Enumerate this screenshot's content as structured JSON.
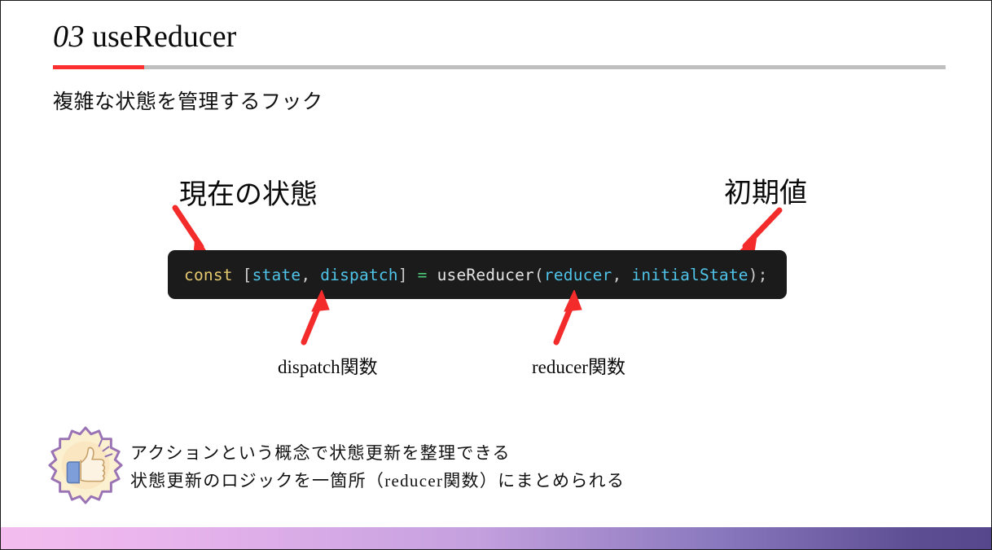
{
  "slide": {
    "title_number": "03",
    "title_text": "useReducer",
    "subtitle": "複雑な状態を管理するフック",
    "accent_color": "#fc3030",
    "rule_color": "#bfbfbf"
  },
  "code": {
    "background": "#1b1b1b",
    "tokens": [
      {
        "text": "const",
        "kind": "keyword",
        "color": "#e6c86e"
      },
      {
        "text": " ",
        "kind": "space",
        "color": "#d6d6d6"
      },
      {
        "text": "[",
        "kind": "punct",
        "color": "#cccccc"
      },
      {
        "text": "state",
        "kind": "variable",
        "color": "#4fc3e8"
      },
      {
        "text": ",",
        "kind": "punct",
        "color": "#cccccc"
      },
      {
        "text": " ",
        "kind": "space",
        "color": "#d6d6d6"
      },
      {
        "text": "dispatch",
        "kind": "variable",
        "color": "#4fc3e8"
      },
      {
        "text": "]",
        "kind": "punct",
        "color": "#cccccc"
      },
      {
        "text": " ",
        "kind": "space",
        "color": "#d6d6d6"
      },
      {
        "text": "=",
        "kind": "operator",
        "color": "#4ec97a"
      },
      {
        "text": " ",
        "kind": "space",
        "color": "#d6d6d6"
      },
      {
        "text": "useReducer",
        "kind": "function",
        "color": "#e4e4e4"
      },
      {
        "text": "(",
        "kind": "punct",
        "color": "#cccccc"
      },
      {
        "text": "reducer",
        "kind": "variable",
        "color": "#4fc3e8"
      },
      {
        "text": ",",
        "kind": "punct",
        "color": "#cccccc"
      },
      {
        "text": " ",
        "kind": "space",
        "color": "#d6d6d6"
      },
      {
        "text": "initialState",
        "kind": "variable",
        "color": "#4fc3e8"
      },
      {
        "text": ")",
        "kind": "punct",
        "color": "#cccccc"
      },
      {
        "text": ";",
        "kind": "punct",
        "color": "#cccccc"
      }
    ],
    "full_text": "const [state, dispatch] = useReducer(reducer, initialState);"
  },
  "callouts": {
    "current_state": {
      "label": "現在の状態",
      "points_to": "state",
      "arrow_direction": "down-right"
    },
    "initial_value": {
      "label": "初期値",
      "points_to": "initialState",
      "arrow_direction": "down-left"
    },
    "dispatch_fn": {
      "label": "dispatch関数",
      "points_to": "dispatch",
      "arrow_direction": "up"
    },
    "reducer_fn": {
      "label": "reducer関数",
      "points_to": "reducer",
      "arrow_direction": "up"
    },
    "arrow_color": "#f42b2b"
  },
  "note": {
    "icon": "thumbs-up-badge-icon",
    "lines": [
      "アクションという概念で状態更新を整理できる",
      "状態更新のロジックを一箇所（reducer関数）にまとめられる"
    ]
  },
  "footer": {
    "gradient_start": "#f4bdef",
    "gradient_end": "#56468b"
  }
}
